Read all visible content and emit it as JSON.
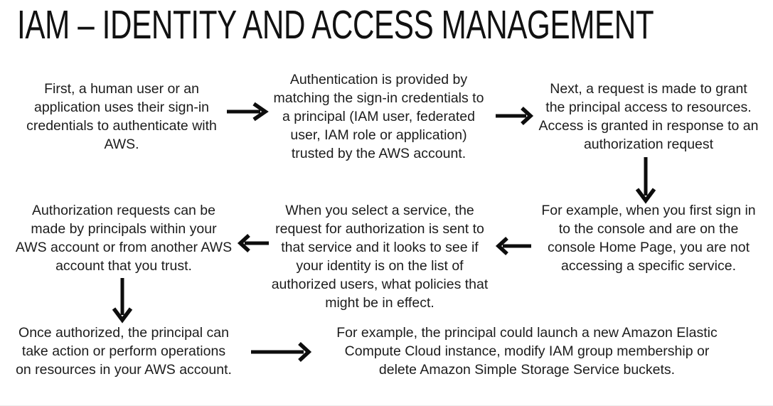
{
  "title": "IAM – IDENTITY AND ACCESS MANAGEMENT",
  "colors": {
    "background": "#ffffff",
    "text": "#1c1c1c",
    "arrow": "#0d0d0d"
  },
  "steps": {
    "step1": "First, a human user or an\napplication uses their sign-in\ncredentials to authenticate with\nAWS.",
    "step2": "Authentication is provided by\nmatching the sign-in credentials to\na principal (IAM user, federated\nuser, IAM role or application)\ntrusted by the AWS account.",
    "step3": "Next, a request is made to grant\nthe principal access to resources.\nAccess is granted in response to an\nauthorization request",
    "step4": "For example, when you first sign in\nto the console and are on the\nconsole Home Page, you are not\naccessing a specific service.",
    "step5": "When you select a service, the\nrequest for authorization is sent to\nthat service and it looks to see if\nyour identity is on the list of\nauthorized users, what policies that\nmight be in effect.",
    "step6": "Authorization requests can be\nmade by principals within your\nAWS account or from another AWS\naccount that you trust.",
    "step7": "Once authorized, the principal can\ntake action or perform operations\non resources in your AWS account.",
    "step8": "For example, the principal could launch a new Amazon Elastic\nCompute Cloud instance, modify IAM group membership or\ndelete Amazon Simple Storage Service buckets."
  }
}
